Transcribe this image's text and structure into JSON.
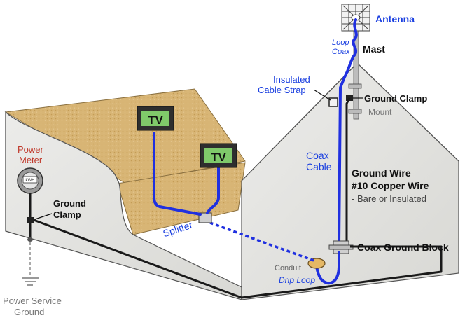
{
  "labels": {
    "antenna": "Antenna",
    "loop_coax_1": "Loop",
    "loop_coax_2": "Coax",
    "mast": "Mast",
    "insulated_strap_1": "Insulated",
    "insulated_strap_2": "Cable Strap",
    "ground_clamp_mast": "Ground Clamp",
    "mount": "Mount",
    "coax_cable_1": "Coax",
    "coax_cable_2": "Cable",
    "ground_wire_1": "Ground Wire",
    "ground_wire_2": "#10 Copper Wire",
    "ground_wire_3": "- Bare or Insulated",
    "coax_ground_block": "Coax Ground Block",
    "conduit": "Conduit",
    "drip_loop": "Drip Loop",
    "splitter": "Splitter",
    "power_meter_1": "Power",
    "power_meter_2": "Meter",
    "kwh": "kWH",
    "ground_clamp_meter_1": "Ground",
    "ground_clamp_meter_2": "Clamp",
    "power_service_ground_1": "Power Service",
    "power_service_ground_2": "Ground",
    "tv_1": "TV",
    "tv_2": "TV"
  },
  "colors": {
    "coax": "#2030e0",
    "ground_wire": "#1a1a1a",
    "label_blue": "#1a3fe0",
    "label_red": "#c0392b",
    "label_gray": "#777777",
    "wall": "#e4e4e0",
    "wood": "#d6b272",
    "tv_screen": "#7fc96a"
  }
}
